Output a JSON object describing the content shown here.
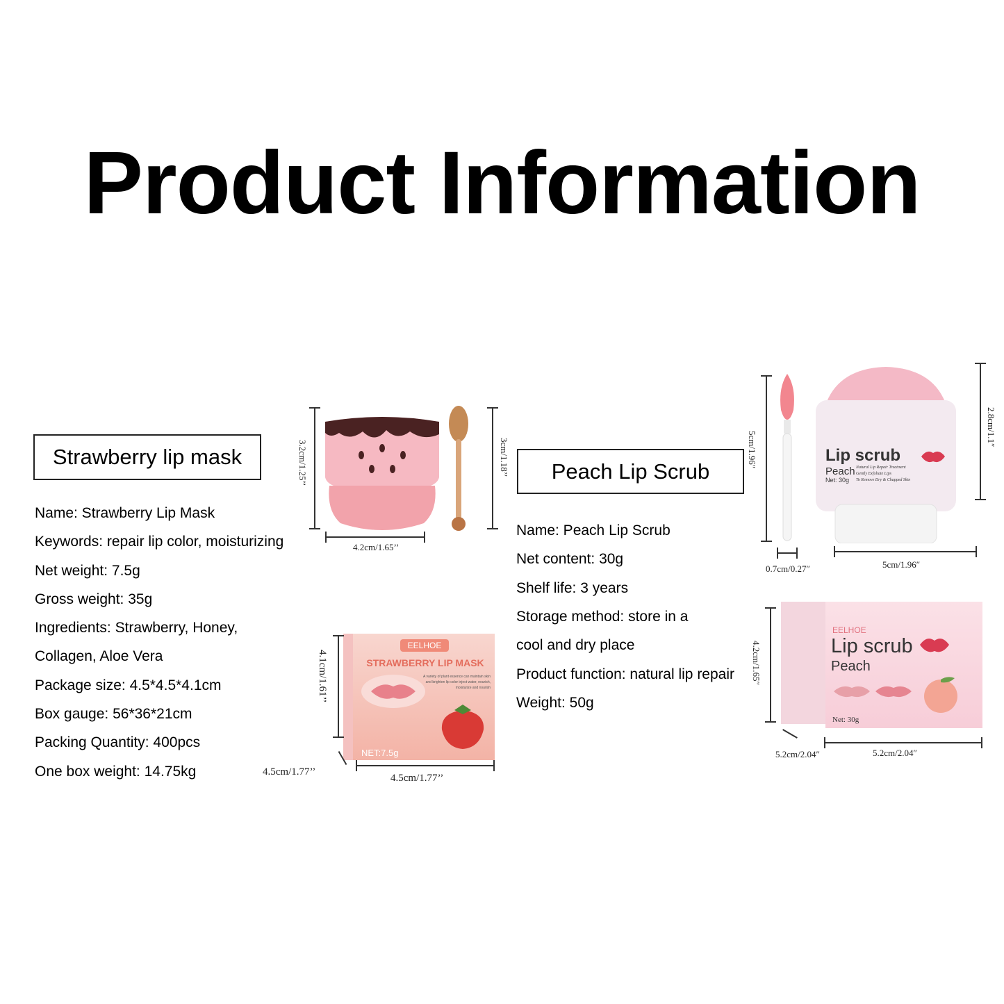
{
  "page_title": "Product Information",
  "strawberry": {
    "label": "Strawberry lip mask",
    "specs": [
      "Name: Strawberry Lip Mask",
      "Keywords: repair lip color, moisturizing",
      "Net weight: 7.5g",
      "Gross weight: 35g",
      "Ingredients: Strawberry, Honey,",
      "Collagen, Aloe Vera",
      "Package size: 4.5*4.5*4.1cm",
      "Box gauge: 56*36*21cm",
      "Packing Quantity: 400pcs",
      "One box weight: 14.75kg"
    ],
    "jar_height": "3.2cm/1.25’’",
    "jar_width": "4.2cm/1.65’’",
    "spoon_height": "3cm/1.18’’",
    "box_height": "4.1cm/1.61’’",
    "box_depth": "4.5cm/1.77’’",
    "box_width": "4.5cm/1.77’’",
    "box_brand": "EELHOE",
    "box_name": "STRAWBERRY LIP MASK",
    "box_desc": "A variety of plant essence can maintain skin and brighten lip color inject water, nourish, moisturize and nourish",
    "box_net": "NET:7.5g"
  },
  "peach": {
    "label": "Peach Lip Scrub",
    "specs": [
      "Name: Peach Lip Scrub",
      "Net content: 30g",
      "Shelf life: 3 years",
      "Storage method: store in a",
      "cool and dry place",
      "Product function: natural lip repair",
      "Weight: 50g"
    ],
    "brush_height": "5cm/1.96″",
    "brush_width": "0.7cm/0.27″",
    "jar_height": "2.8cm/1.1″",
    "jar_width": "5cm/1.96″",
    "box_height": "4.2cm/1.65″",
    "box_depth": "5.2cm/2.04″",
    "box_width": "5.2cm/2.04″",
    "jar_brand_line1": "Lip scrub",
    "jar_brand_line2": "Peach",
    "jar_net": "Net: 30g",
    "jar_tag1": "Natural Lip Repair Treatment",
    "jar_tag2": "Gently Exfoliate Lips",
    "jar_tag3": "To Remove Dry & Chapped Skin",
    "box_brand": "EELHOE",
    "box_line1": "Lip scrub",
    "box_line2": "Peach",
    "box_net": "Net: 30g"
  },
  "colors": {
    "pink_light": "#f6c9cf",
    "pink": "#ef9ea7",
    "salmon": "#f08a78",
    "chocolate": "#4a2222",
    "honey": "#c48a55"
  }
}
